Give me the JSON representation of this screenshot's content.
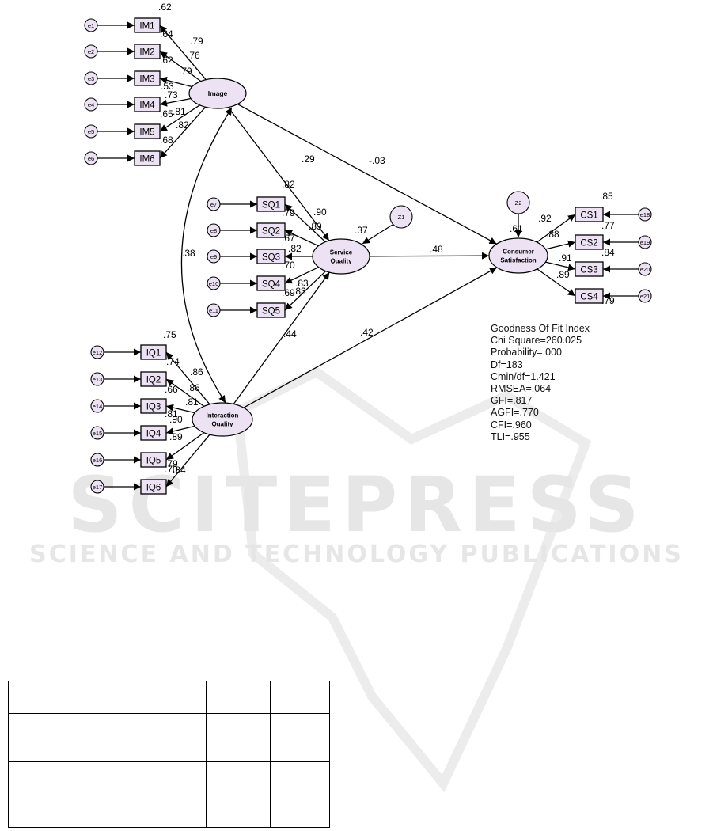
{
  "watermark": {
    "brand": "SCITEPRESS",
    "tagline": "SCIENCE AND TECHNOLOGY PUBLICATIONS"
  },
  "latents": {
    "image": "Image",
    "service": [
      "Service",
      "Quality"
    ],
    "interaction": [
      "Interaction",
      "Quality"
    ],
    "satisfaction": [
      "Consumer",
      "Satisfaction"
    ]
  },
  "disturbances": {
    "z1": "Z1",
    "z2": "Z2"
  },
  "indicators": {
    "im": [
      {
        "label": "IM1",
        "error": "e1",
        "loading": ".79",
        "r2": ".62"
      },
      {
        "label": "IM2",
        "error": "e2",
        "loading": ".76",
        "r2": ".64"
      },
      {
        "label": "IM3",
        "error": "e3",
        "loading": ".79",
        "r2": ".62"
      },
      {
        "label": "IM4",
        "error": "e4",
        "loading": ".73",
        "r2": ".53"
      },
      {
        "label": "IM5",
        "error": "e5",
        "loading": ".81",
        "r2": ".65"
      },
      {
        "label": "IM6",
        "error": "e6",
        "loading": ".82",
        "r2": ".68"
      }
    ],
    "sq": [
      {
        "label": "SQ1",
        "error": "e7",
        "loading": ".90",
        "r2": ".82"
      },
      {
        "label": "SQ2",
        "error": "e8",
        "loading": ".89",
        "r2": ".79"
      },
      {
        "label": "SQ3",
        "error": "e9",
        "loading": ".82",
        "r2": ".67"
      },
      {
        "label": "SQ4",
        "error": "e10",
        "loading": ".83",
        "r2": ".70"
      },
      {
        "label": "SQ5",
        "error": "e11",
        "loading": ".83",
        "r2": ".69"
      }
    ],
    "iq": [
      {
        "label": "IQ1",
        "error": "e12",
        "loading": ".86",
        "r2": ".75"
      },
      {
        "label": "IQ2",
        "error": "e13",
        "loading": ".86",
        "r2": ".74"
      },
      {
        "label": "IQ3",
        "error": "e14",
        "loading": ".81",
        "r2": ".66"
      },
      {
        "label": "IQ4",
        "error": "e15",
        "loading": ".90",
        "r2": ".81"
      },
      {
        "label": "IQ5",
        "error": "e16",
        "loading": ".89",
        "r2": ".79"
      },
      {
        "label": "IQ6",
        "error": "e17",
        "loading": ".84",
        "r2": ".70"
      }
    ],
    "cs": [
      {
        "label": "CS1",
        "error": "e18",
        "loading": ".92",
        "r2": ".85"
      },
      {
        "label": "CS2",
        "error": "e19",
        "loading": ".88",
        "r2": ".77"
      },
      {
        "label": "CS3",
        "error": "e20",
        "loading": ".91",
        "r2": ".84"
      },
      {
        "label": "CS4",
        "error": "e21",
        "loading": ".89",
        "r2": ".79"
      }
    ]
  },
  "paths": {
    "image_service": ".29",
    "image_satisfaction": "-.03",
    "image_interaction_cov": ".38",
    "service_satisfaction": ".48",
    "interaction_service": ".44",
    "interaction_satisfaction": ".42",
    "service_r2": ".37",
    "satisfaction_r2": ".61"
  },
  "fit": {
    "title": "Goodness Of Fit Index",
    "chi_square": "Chi Square=260.025",
    "probability": "Probability=.000",
    "df": "Df=183",
    "cmin_df": "Cmin/df=1.421",
    "rmsea": "RMSEA=.064",
    "gfi": "GFI=.817",
    "agfi": "AGFI=.770",
    "cfi": "CFI=.960",
    "tli": "TLI=.955"
  }
}
